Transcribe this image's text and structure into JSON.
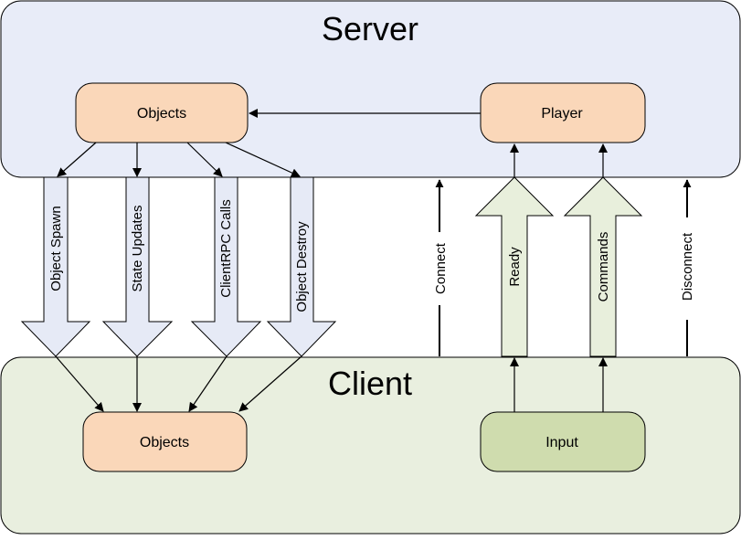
{
  "server": {
    "title": "Server",
    "objects_label": "Objects",
    "player_label": "Player"
  },
  "client": {
    "title": "Client",
    "objects_label": "Objects",
    "input_label": "Input"
  },
  "flows": {
    "object_spawn": "Object Spawn",
    "state_updates": "State Updates",
    "clientrpc_calls": "ClientRPC Calls",
    "object_destroy": "Object Destroy",
    "connect": "Connect",
    "ready": "Ready",
    "commands": "Commands",
    "disconnect": "Disconnect"
  },
  "colors": {
    "server_zone": "#e8ecf8",
    "client_zone": "#e9efdf",
    "object_box": "#fad7b9",
    "input_box": "#cfdcae",
    "down_arrow": "#e6eaf6",
    "up_arrow": "#e8efdc",
    "stroke": "#000000"
  }
}
